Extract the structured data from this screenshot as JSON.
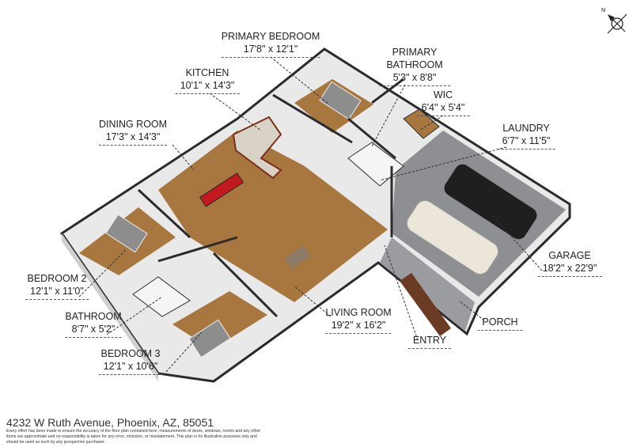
{
  "rooms": {
    "primary_bedroom": {
      "name": "PRIMARY BEDROOM",
      "dims": "17'8\" x 12'1\""
    },
    "kitchen": {
      "name": "KITCHEN",
      "dims": "10'1\" x 14'3\""
    },
    "primary_bathroom": {
      "name": "PRIMARY BATHROOM",
      "dims": "5'3\" x 8'8\""
    },
    "wic": {
      "name": "WIC",
      "dims": "6'4\" x 5'4\""
    },
    "dining_room": {
      "name": "DINING ROOM",
      "dims": "17'3\" x 14'3\""
    },
    "laundry": {
      "name": "LAUNDRY",
      "dims": "6'7\" x 11'5\""
    },
    "bedroom_2": {
      "name": "BEDROOM 2",
      "dims": "12'1\" x 11'0\""
    },
    "garage": {
      "name": "GARAGE",
      "dims": "18'2\" x 22'9\""
    },
    "bathroom": {
      "name": "BATHROOM",
      "dims": "8'7\" x 5'2\""
    },
    "living_room": {
      "name": "LIVING ROOM",
      "dims": "19'2\" x 16'2\""
    },
    "entry": {
      "name": "ENTRY"
    },
    "porch": {
      "name": "PORCH"
    },
    "bedroom_3": {
      "name": "BEDROOM 3",
      "dims": "12'1\" x 10'6\""
    }
  },
  "compass": {
    "label": "N",
    "icon": "north-arrow-icon"
  },
  "footer": {
    "address": "4232 W Ruth Avenue, Phoenix, AZ, 85051",
    "disclaimer": "Every effort has been made to ensure the accuracy of the floor plan contained here, measurements of doors, windows, rooms and any other items are approximate and no responsibility is taken for any error, omission, or misstatement. This plan is for illustrative purposes only and should be used as such by any prospective purchaser."
  },
  "colors": {
    "wood_floor": "#a8773f",
    "garage_floor": "#8d8f93",
    "wall": "#2b2b2b",
    "wall_face": "#f1f1f1"
  }
}
